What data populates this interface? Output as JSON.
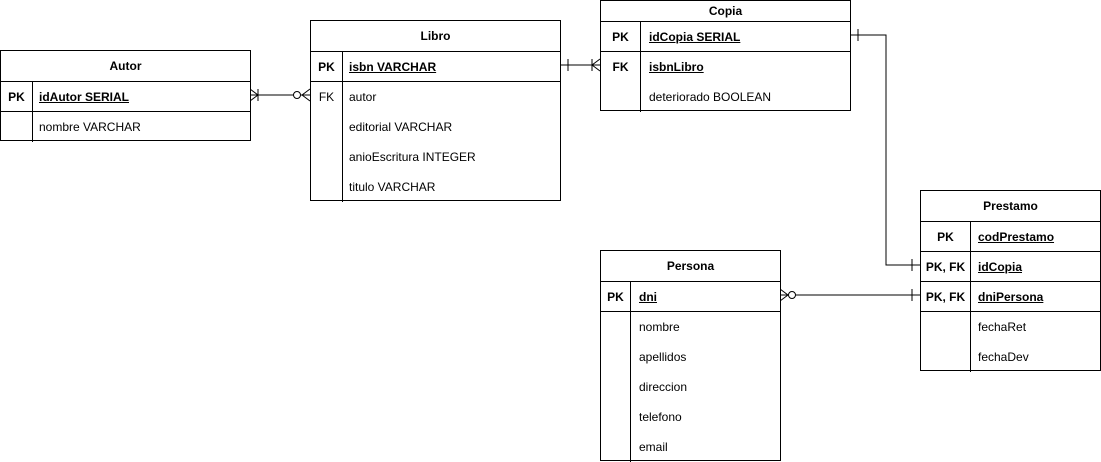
{
  "entities": {
    "autor": {
      "title": "Autor",
      "rows": [
        {
          "key": "PK",
          "attr": "idAutor SERIAL"
        },
        {
          "key": "",
          "attr": "nombre VARCHAR"
        }
      ]
    },
    "libro": {
      "title": "Libro",
      "rows": [
        {
          "key": "PK",
          "attr": "isbn VARCHAR"
        },
        {
          "key": "FK",
          "attr": "autor"
        },
        {
          "key": "",
          "attr": "editorial VARCHAR"
        },
        {
          "key": "",
          "attr": "anioEscritura INTEGER"
        },
        {
          "key": "",
          "attr": "titulo VARCHAR"
        }
      ]
    },
    "copia": {
      "title": "Copia",
      "rows": [
        {
          "key": "PK",
          "attr": "idCopia SERIAL"
        },
        {
          "key": "FK",
          "attr": "isbnLibro"
        },
        {
          "key": "",
          "attr": "deteriorado BOOLEAN"
        }
      ]
    },
    "persona": {
      "title": "Persona",
      "rows": [
        {
          "key": "PK",
          "attr": "dni"
        },
        {
          "key": "",
          "attr": "nombre"
        },
        {
          "key": "",
          "attr": "apellidos"
        },
        {
          "key": "",
          "attr": "direccion"
        },
        {
          "key": "",
          "attr": "telefono"
        },
        {
          "key": "",
          "attr": "email"
        }
      ]
    },
    "prestamo": {
      "title": "Prestamo",
      "rows": [
        {
          "key": "PK",
          "attr": "codPrestamo"
        },
        {
          "key": "PK, FK",
          "attr": "idCopia"
        },
        {
          "key": "PK, FK",
          "attr": "dniPersona"
        },
        {
          "key": "",
          "attr": "fechaRet"
        },
        {
          "key": "",
          "attr": "fechaDev"
        }
      ]
    }
  },
  "relationships": [
    {
      "from": "autor",
      "to": "libro",
      "from_end": "one-or-many",
      "to_end": "zero-or-many"
    },
    {
      "from": "libro",
      "to": "copia",
      "from_end": "one",
      "to_end": "one-or-many"
    },
    {
      "from": "copia",
      "to": "prestamo",
      "from_end": "one",
      "to_end": "one"
    },
    {
      "from": "persona",
      "to": "prestamo",
      "from_end": "zero-or-many",
      "to_end": "one"
    }
  ]
}
